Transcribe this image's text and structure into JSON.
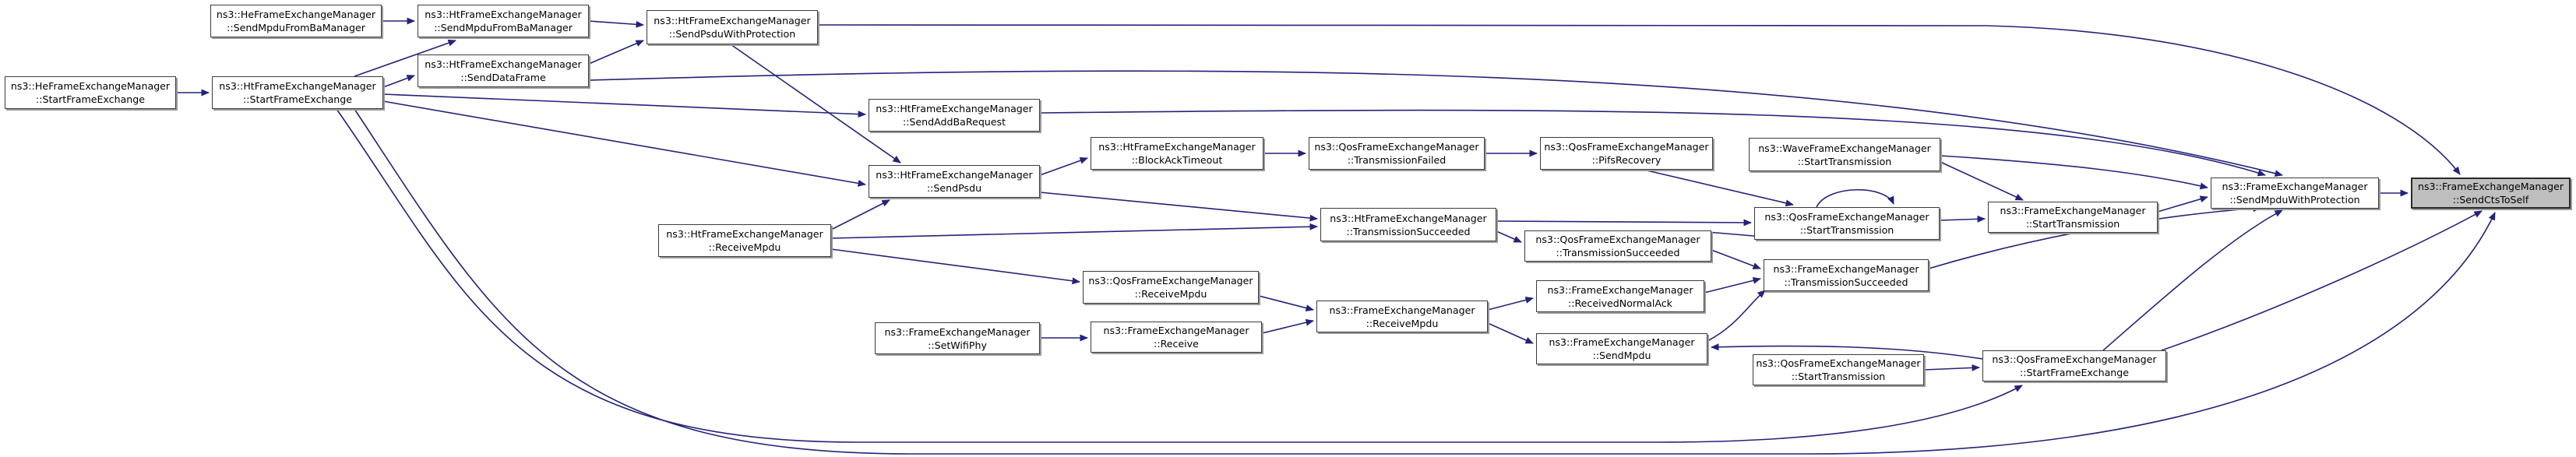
{
  "diagram": {
    "kind": "doxygen-caller-graph",
    "colors": {
      "edge": "#23237a",
      "node_border": "#3b3b3b",
      "highlight_fill": "#bfbfbf",
      "node_fill": "#ffffff",
      "text": "#000000"
    }
  },
  "graph": {
    "nodes": [
      {
        "id": "he_smfb",
        "class": "ns3::HeFrameExchangeManager",
        "method": "::SendMpduFromBaManager",
        "highlighted": false
      },
      {
        "id": "ht_smfb",
        "class": "ns3::HtFrameExchangeManager",
        "method": "::SendMpduFromBaManager",
        "highlighted": false
      },
      {
        "id": "spwp",
        "class": "ns3::HtFrameExchangeManager",
        "method": "::SendPsduWithProtection",
        "highlighted": false
      },
      {
        "id": "he_sfe",
        "class": "ns3::HeFrameExchangeManager",
        "method": "::StartFrameExchange",
        "highlighted": false
      },
      {
        "id": "ht_sfe",
        "class": "ns3::HtFrameExchangeManager",
        "method": "::StartFrameExchange",
        "highlighted": false
      },
      {
        "id": "sdf",
        "class": "ns3::HtFrameExchangeManager",
        "method": "::SendDataFrame",
        "highlighted": false
      },
      {
        "id": "sabr",
        "class": "ns3::HtFrameExchangeManager",
        "method": "::SendAddBaRequest",
        "highlighted": false
      },
      {
        "id": "psdu",
        "class": "ns3::HtFrameExchangeManager",
        "method": "::SendPsdu",
        "highlighted": false
      },
      {
        "id": "ht_rm",
        "class": "ns3::HtFrameExchangeManager",
        "method": "::ReceiveMpdu",
        "highlighted": false
      },
      {
        "id": "bat",
        "class": "ns3::HtFrameExchangeManager",
        "method": "::BlockAckTimeout",
        "highlighted": false
      },
      {
        "id": "tf",
        "class": "ns3::QosFrameExchangeManager",
        "method": "::TransmissionFailed",
        "highlighted": false
      },
      {
        "id": "pifs",
        "class": "ns3::QosFrameExchangeManager",
        "method": "::PifsRecovery",
        "highlighted": false
      },
      {
        "id": "wave_st",
        "class": "ns3::WaveFrameExchangeManager",
        "method": "::StartTransmission",
        "highlighted": false
      },
      {
        "id": "ht_ts",
        "class": "ns3::HtFrameExchangeManager",
        "method": "::TransmissionSucceeded",
        "highlighted": false
      },
      {
        "id": "qos_st",
        "class": "ns3::QosFrameExchangeManager",
        "method": "::StartTransmission",
        "highlighted": false
      },
      {
        "id": "fem_st",
        "class": "ns3::FrameExchangeManager",
        "method": "::StartTransmission",
        "highlighted": false
      },
      {
        "id": "qos_ts",
        "class": "ns3::QosFrameExchangeManager",
        "method": "::TransmissionSucceeded",
        "highlighted": false
      },
      {
        "id": "fem_ts",
        "class": "ns3::FrameExchangeManager",
        "method": "::TransmissionSucceeded",
        "highlighted": false
      },
      {
        "id": "qos_rm",
        "class": "ns3::QosFrameExchangeManager",
        "method": "::ReceiveMpdu",
        "highlighted": false
      },
      {
        "id": "fem_rm",
        "class": "ns3::FrameExchangeManager",
        "method": "::ReceiveMpdu",
        "highlighted": false
      },
      {
        "id": "rna",
        "class": "ns3::FrameExchangeManager",
        "method": "::ReceivedNormalAck",
        "highlighted": false
      },
      {
        "id": "swp",
        "class": "ns3::FrameExchangeManager",
        "method": "::SetWifiPhy",
        "highlighted": false
      },
      {
        "id": "recv",
        "class": "ns3::FrameExchangeManager",
        "method": "::Receive",
        "highlighted": false
      },
      {
        "id": "smpdu",
        "class": "ns3::FrameExchangeManager",
        "method": "::SendMpdu",
        "highlighted": false
      },
      {
        "id": "qos_st2",
        "class": "ns3::QosFrameExchangeManager",
        "method": "::StartTransmission",
        "highlighted": false
      },
      {
        "id": "qos_sfe",
        "class": "ns3::QosFrameExchangeManager",
        "method": "::StartFrameExchange",
        "highlighted": false
      },
      {
        "id": "smwp",
        "class": "ns3::FrameExchangeManager",
        "method": "::SendMpduWithProtection",
        "highlighted": false
      },
      {
        "id": "scts",
        "class": "ns3::FrameExchangeManager",
        "method": "::SendCtsToSelf",
        "highlighted": true
      }
    ],
    "edges": [
      {
        "from": "he_smfb",
        "to": "ht_smfb"
      },
      {
        "from": "ht_smfb",
        "to": "spwp"
      },
      {
        "from": "he_sfe",
        "to": "ht_sfe"
      },
      {
        "from": "ht_sfe",
        "to": "ht_smfb"
      },
      {
        "from": "ht_sfe",
        "to": "sdf"
      },
      {
        "from": "ht_sfe",
        "to": "sabr"
      },
      {
        "from": "ht_sfe",
        "to": "psdu"
      },
      {
        "from": "ht_sfe",
        "to": "qos_sfe"
      },
      {
        "from": "ht_sfe",
        "to": "scts"
      },
      {
        "from": "sdf",
        "to": "spwp"
      },
      {
        "from": "sdf",
        "to": "smwp"
      },
      {
        "from": "spwp",
        "to": "psdu"
      },
      {
        "from": "spwp",
        "to": "scts"
      },
      {
        "from": "sabr",
        "to": "smwp"
      },
      {
        "from": "psdu",
        "to": "bat"
      },
      {
        "from": "psdu",
        "to": "ht_ts"
      },
      {
        "from": "bat",
        "to": "tf"
      },
      {
        "from": "tf",
        "to": "pifs"
      },
      {
        "from": "pifs",
        "to": "qos_st"
      },
      {
        "from": "ht_rm",
        "to": "psdu"
      },
      {
        "from": "ht_rm",
        "to": "ht_ts"
      },
      {
        "from": "ht_rm",
        "to": "qos_rm"
      },
      {
        "from": "ht_ts",
        "to": "qos_st"
      },
      {
        "from": "ht_ts",
        "to": "qos_ts"
      },
      {
        "from": "qos_ts",
        "to": "qos_st"
      },
      {
        "from": "qos_ts",
        "to": "fem_ts"
      },
      {
        "from": "rna",
        "to": "fem_ts"
      },
      {
        "from": "fem_ts",
        "to": "smwp"
      },
      {
        "from": "qos_rm",
        "to": "fem_rm"
      },
      {
        "from": "recv",
        "to": "fem_rm"
      },
      {
        "from": "swp",
        "to": "recv"
      },
      {
        "from": "fem_rm",
        "to": "rna"
      },
      {
        "from": "fem_rm",
        "to": "smpdu"
      },
      {
        "from": "smpdu",
        "to": "fem_ts"
      },
      {
        "from": "wave_st",
        "to": "fem_st"
      },
      {
        "from": "wave_st",
        "to": "smwp"
      },
      {
        "from": "qos_st",
        "to": "fem_st"
      },
      {
        "from": "qos_st",
        "to": "qos_st"
      },
      {
        "from": "fem_st",
        "to": "smwp"
      },
      {
        "from": "smwp",
        "to": "scts"
      },
      {
        "from": "qos_st2",
        "to": "qos_sfe"
      },
      {
        "from": "qos_sfe",
        "to": "smpdu"
      },
      {
        "from": "qos_sfe",
        "to": "smwp"
      },
      {
        "from": "qos_sfe",
        "to": "scts"
      }
    ]
  }
}
